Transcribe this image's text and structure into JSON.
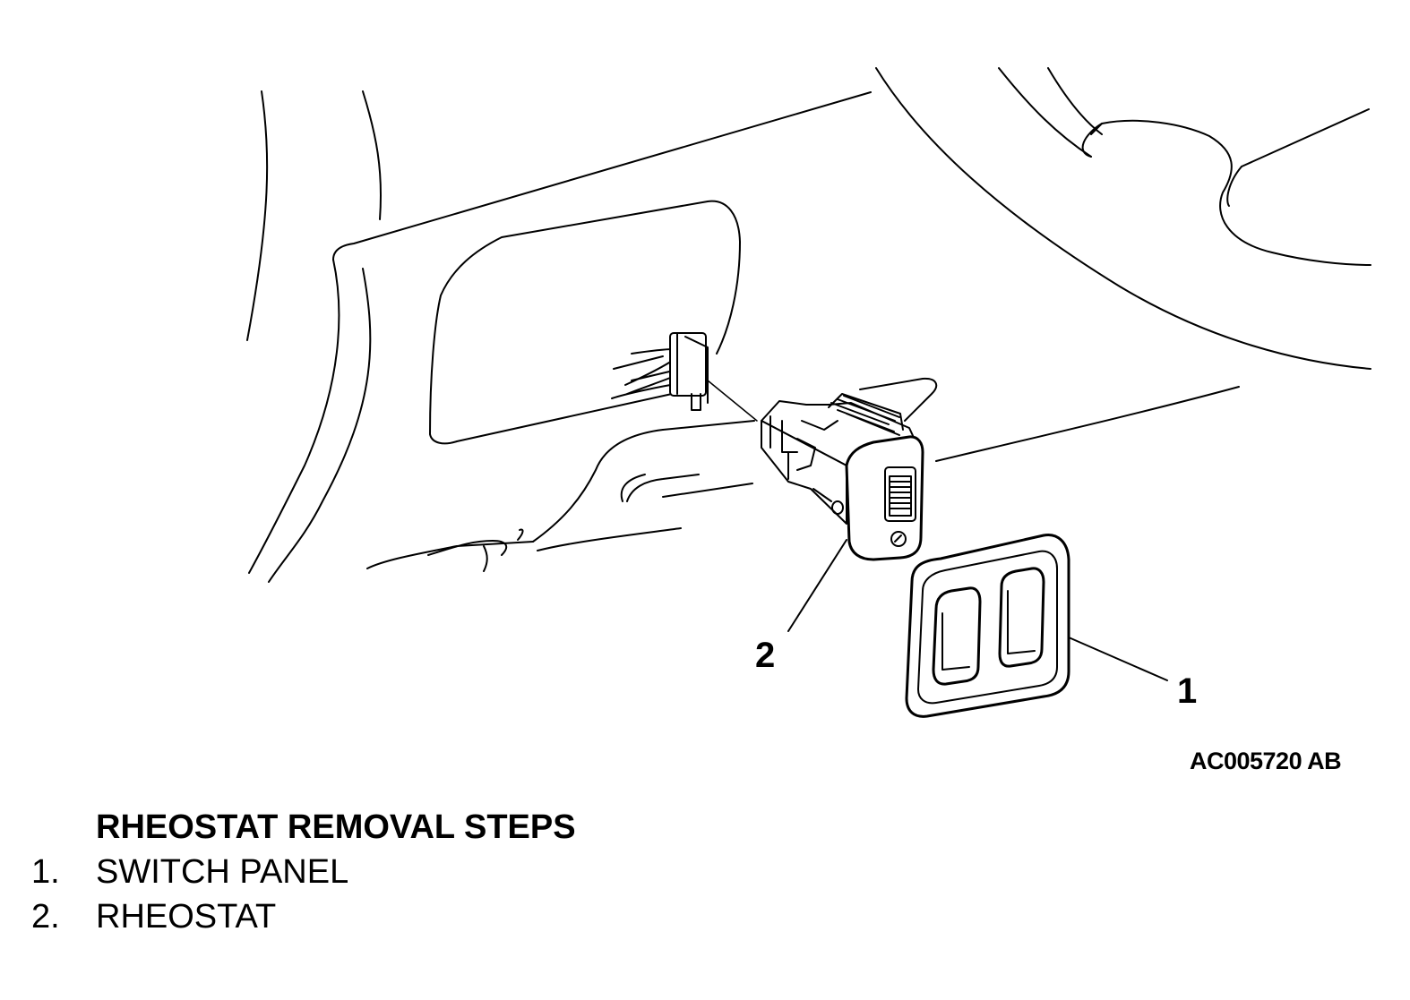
{
  "figure": {
    "callouts": [
      "2",
      "1"
    ],
    "code": "AC005720 AB"
  },
  "steps": {
    "title": "RHEOSTAT REMOVAL STEPS",
    "items": [
      {
        "number": "1.",
        "label": "SWITCH PANEL"
      },
      {
        "number": "2.",
        "label": "RHEOSTAT"
      }
    ]
  }
}
